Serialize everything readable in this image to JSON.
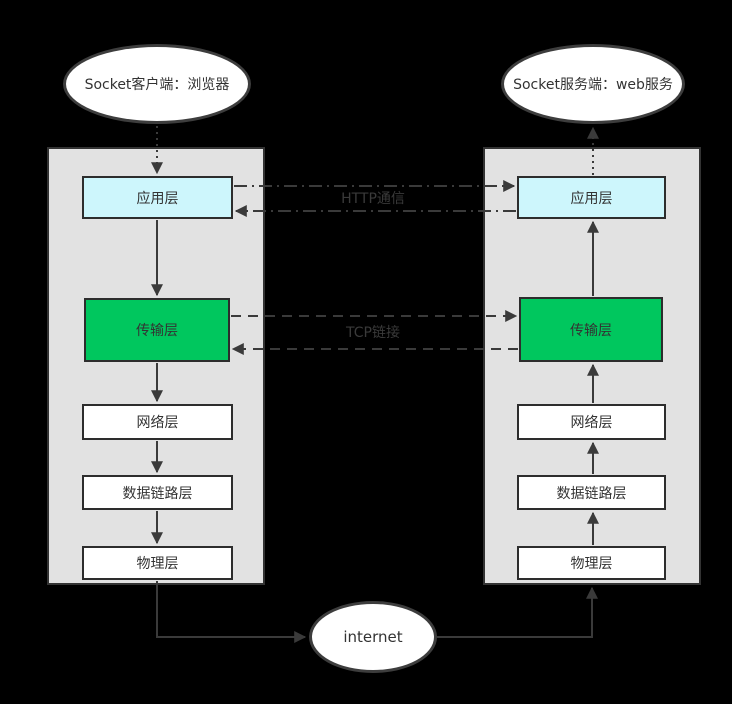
{
  "diagram": {
    "client": {
      "title": "Socket客户端：浏览器",
      "layers": [
        {
          "label": "应用层"
        },
        {
          "label": "传输层"
        },
        {
          "label": "网络层"
        },
        {
          "label": "数据链路层"
        },
        {
          "label": "物理层"
        }
      ]
    },
    "server": {
      "title": "Socket服务端：web服务",
      "layers": [
        {
          "label": "应用层"
        },
        {
          "label": "传输层"
        },
        {
          "label": "网络层"
        },
        {
          "label": "数据链路层"
        },
        {
          "label": "物理层"
        }
      ]
    },
    "connections": {
      "http_label": "HTTP通信",
      "http_style": "dash-dot",
      "tcp_label": "TCP链接",
      "tcp_style": "dashed"
    },
    "internet_label": "internet",
    "colors": {
      "background": "#000000",
      "panel_fill": "#e2e2e2",
      "panel_border": "#333333",
      "application_layer_fill": "#cdf6fc",
      "transport_layer_fill": "#00c75e",
      "plain_layer_fill": "#ffffff",
      "box_border": "#2d2d2d",
      "node_fill": "#ffffff",
      "node_border": "#3d3d3d",
      "arrow": "#3a3a3a",
      "connection_label_text": "#3a3a3a",
      "box_text": "#333333"
    }
  }
}
